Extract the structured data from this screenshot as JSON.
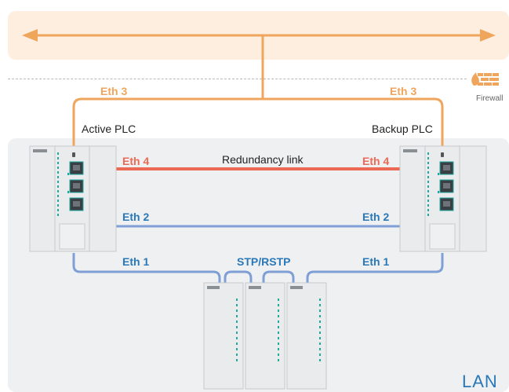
{
  "colors": {
    "wan_band": "#fdeee0",
    "orange": "#f0a55c",
    "red": "#ec6a55",
    "blue": "#2a78b8",
    "link_blue": "#7f9fd6",
    "lan_bg": "#eef0f1",
    "device": "#e9ebec",
    "device_stroke": "#c7cacc",
    "teal": "#1fa9a0"
  },
  "top": {
    "eth3_left": "Eth 3",
    "eth3_right": "Eth 3",
    "firewall_label": "Firewall",
    "firewall_icon": "firewall-flame-icon"
  },
  "plcs": {
    "active_label": "Active PLC",
    "backup_label": "Backup PLC"
  },
  "links": {
    "redundancy_label": "Redundancy link",
    "eth4_left": "Eth 4",
    "eth4_right": "Eth 4",
    "eth2_left": "Eth 2",
    "eth2_right": "Eth 2",
    "eth1_left": "Eth 1",
    "eth1_right": "Eth 1",
    "stp_label": "STP/RSTP"
  },
  "lan_label": "LAN"
}
